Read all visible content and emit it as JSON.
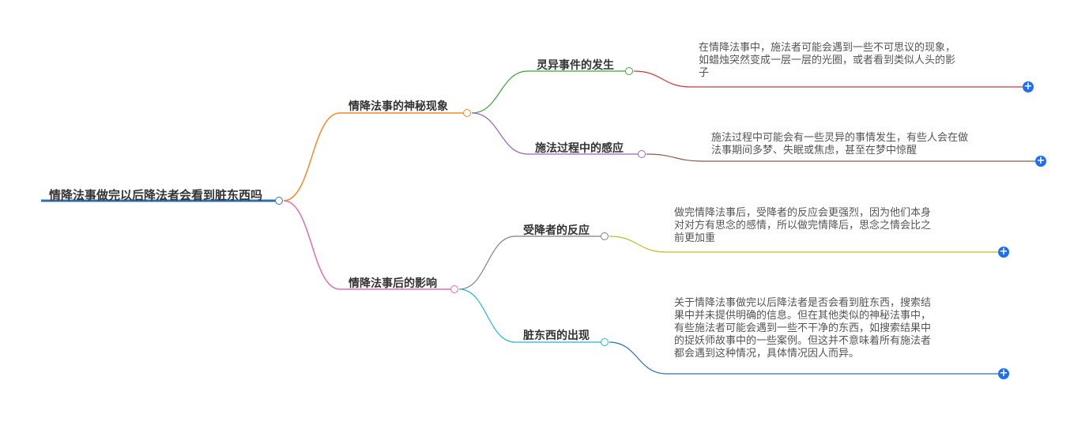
{
  "mindmap": {
    "root": {
      "label": "情降法事做完以后降法者会看到脏东西吗",
      "color": "#2f6fae"
    },
    "branches": [
      {
        "label": "情降法事的神秘现象",
        "color": "#f5892a",
        "children": [
          {
            "label": "灵异事件的发生",
            "color": "#3aa63a",
            "detail_color": "#d23a3a",
            "detail_lines": [
              "在情降法事中，施法者可能会遇到一些不可思议的现象，",
              "如蜡烛突然变成一层一层的光圈，或者看到类似人头的影",
              "子"
            ],
            "expand_icon": "plus-icon"
          },
          {
            "label": "施法过程中的感应",
            "color": "#9a62c2",
            "detail_color": "#8a5a4a",
            "detail_lines": [
              "施法过程中可能会有一些灵异的事情发生，有些人会在做",
              "法事期间多梦、失眠或焦虑，甚至在梦中惊醒"
            ],
            "expand_icon": "plus-icon"
          }
        ]
      },
      {
        "label": "情降法事后的影响",
        "color": "#e06fb2",
        "children": [
          {
            "label": "受降者的反应",
            "color": "#7f7f7f",
            "detail_color": "#bfbf2a",
            "detail_lines": [
              "做完情降法事后，受降者的反应会更强烈，因为他们本身",
              "对对方有思念的感情，所以做完情降后，思念之情会比之",
              "前更加重"
            ],
            "expand_icon": "plus-icon"
          },
          {
            "label": "脏东西的出现",
            "color": "#22b8cf",
            "detail_color": "#2a6fb2",
            "detail_lines": [
              "关于情降法事做完以后降法者是否会看到脏东西，搜索结",
              "果中并未提供明确的信息。但在其他类似的神秘法事中，",
              "有些施法者可能会遇到一些不干净的东西，如搜索结果中",
              "的捉妖师故事中的一些案例。但这并不意味着所有施法者",
              "都会遇到这种情况，具体情况因人而异。"
            ],
            "expand_icon": "plus-icon"
          }
        ]
      }
    ]
  }
}
